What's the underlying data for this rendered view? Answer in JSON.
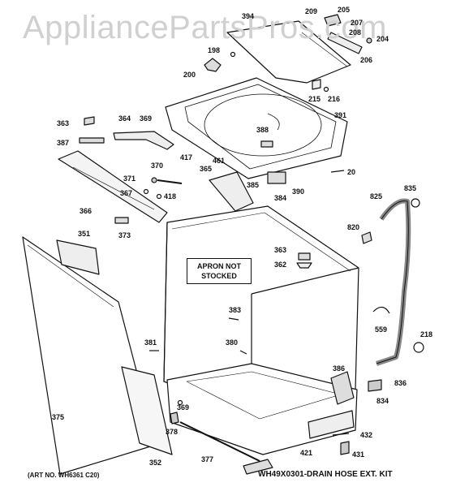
{
  "watermark": "AppliancePartsPros.com",
  "note": {
    "line1": "APRON NOT",
    "line2": "STOCKED"
  },
  "art_number": "(ART NO. WH6361 C20)",
  "kit_label": "WH49X0301-DRAIN HOSE EXT. KIT",
  "parts": [
    "394",
    "209",
    "205",
    "207",
    "208",
    "204",
    "206",
    "198",
    "200",
    "215",
    "216",
    "391",
    "388",
    "363",
    "364",
    "369",
    "387",
    "417",
    "461",
    "370",
    "371",
    "418",
    "365",
    "385",
    "384",
    "390",
    "20",
    "367",
    "366",
    "373",
    "825",
    "835",
    "820",
    "351",
    "363",
    "362",
    "383",
    "559",
    "218",
    "381",
    "380",
    "386",
    "836",
    "834",
    "375",
    "369",
    "378",
    "352",
    "377",
    "421",
    "432",
    "431"
  ]
}
